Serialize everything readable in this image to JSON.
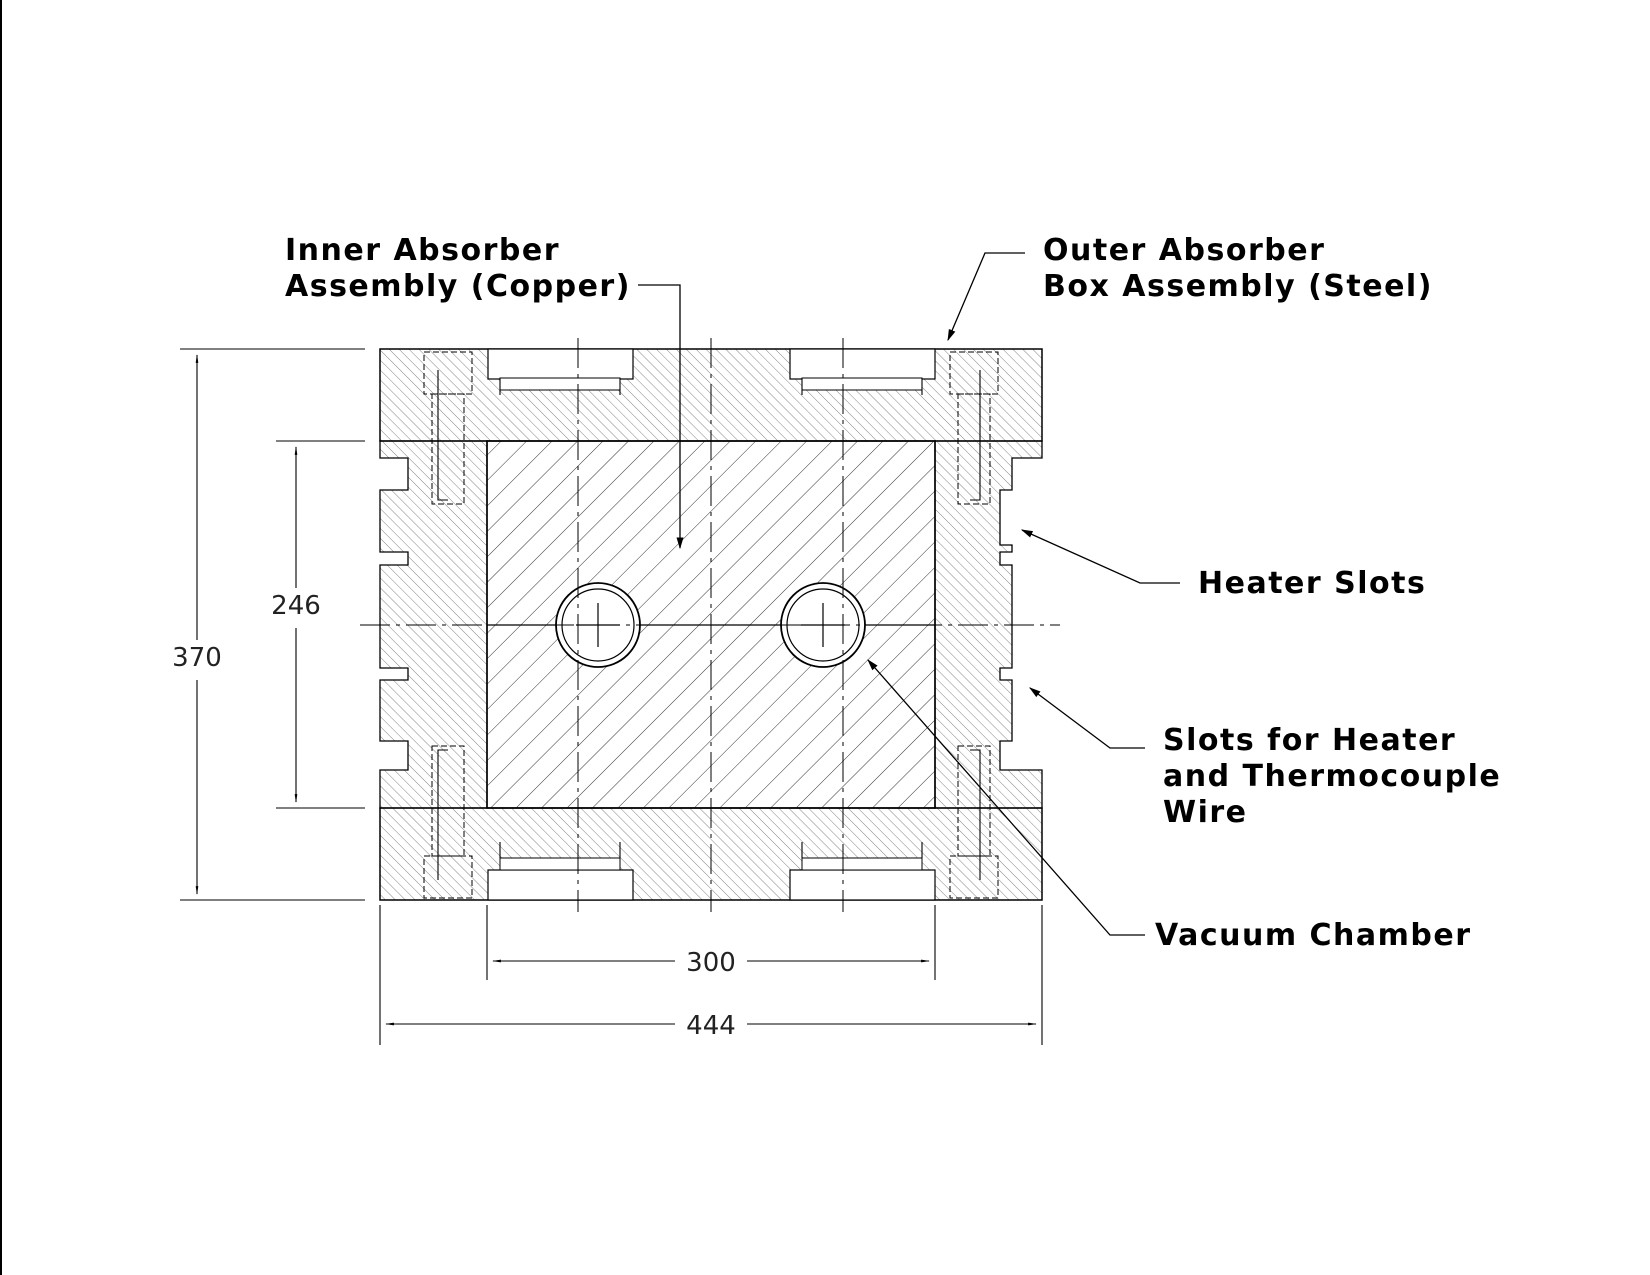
{
  "labels": {
    "inner_absorber": [
      "Inner  Absorber",
      "Assembly  (Copper)"
    ],
    "outer_absorber": [
      "Outer  Absorber",
      "Box  Assembly  (Steel)"
    ],
    "heater_slots": [
      "Heater  Slots"
    ],
    "wire_slots": [
      "Slots  for  Heater",
      "and  Thermocouple",
      "Wire"
    ],
    "vacuum_chamber": [
      "Vacuum  Chamber"
    ]
  },
  "dimensions": {
    "overall_height": "370",
    "inner_height": "246",
    "inner_width": "300",
    "overall_width": "444"
  }
}
